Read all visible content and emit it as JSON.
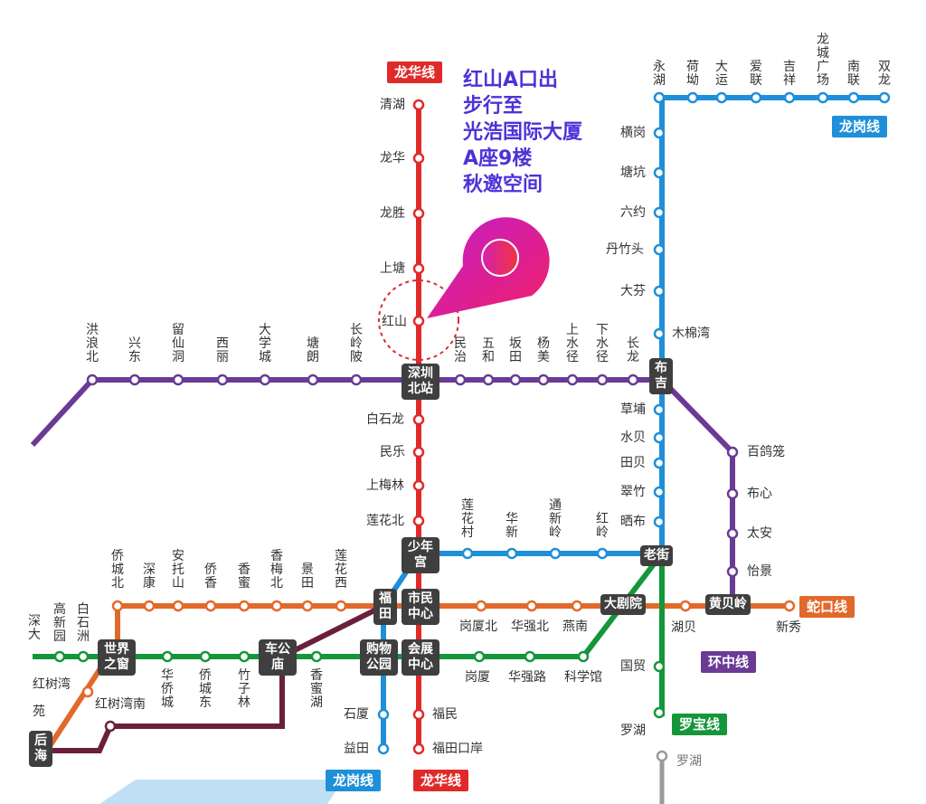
{
  "callout": {
    "line1": "红山A口出",
    "line2": "步行至",
    "line3": "光浩国际大厦",
    "line4": "A座9楼",
    "line5": "秋邀空间"
  },
  "line_tags": {
    "longhua_top": "龙华线",
    "longhua_bottom": "龙华线",
    "longgang_top": "龙岗线",
    "longgang_bottom": "龙岗线",
    "shekou": "蛇口线",
    "huanzhong": "环中线",
    "luobao": "罗宝线"
  },
  "colors": {
    "longhua": "#e02a2a",
    "longgang": "#1e8fd8",
    "huanzhong": "#6b3a95",
    "shekou": "#e2692a",
    "luobao": "#14963a",
    "longhua_ext": "#6b1f3d",
    "gray": "#9a9a9a",
    "interchange": "#3f3f3f",
    "callout_text": "#4b33d8"
  },
  "stations": {
    "qinghu": "清湖",
    "longhua": "龙华",
    "longsheng": "龙胜",
    "shangtang": "上塘",
    "hongshan": "红山",
    "baishilong": "白石龙",
    "minle": "民乐",
    "shangmeilin": "上梅林",
    "lianhuabei": "莲花北",
    "futian_st": "福田",
    "shimin": "市民中心",
    "huizhan": "会展中心",
    "fumin": "福民",
    "futiankouan": "福田口岸",
    "hongbei": "洪浪北",
    "xingdong": "兴东",
    "liuxiandong": "留仙洞",
    "xili": "西丽",
    "daxuecheng": "大学城",
    "tanglang": "塘朗",
    "changlingpi": "长岭陂",
    "shenzhenbei": "深圳北站",
    "minzhi": "民治",
    "wuhe": "五和",
    "bantian": "坂田",
    "yangmei": "杨美",
    "shangshuijing": "上水径",
    "xiashuijing": "下水径",
    "changlong": "长龙",
    "buji": "布吉",
    "yonghu": "永湖",
    "hekan": "荷坳",
    "dayun": "大运",
    "ailian": "爱联",
    "jixiang": "吉祥",
    "longchengguangchang": "龙城广场",
    "nanlian": "南联",
    "shuanglong": "双龙",
    "henggang": "横岗",
    "tangkeng": "塘坑",
    "liuyue": "六约",
    "danzhutou": "丹竹头",
    "dafen": "大芬",
    "mumianwan": "木棉湾",
    "caopu": "草埔",
    "shuibei": "水贝",
    "tianbei": "田贝",
    "cuizhu": "翠竹",
    "shaibu": "晒布",
    "laojie": "老街",
    "baigelong": "百鸽笼",
    "buxin": "布心",
    "taian": "太安",
    "yijing": "怡景",
    "huangbeiling": "黄贝岭",
    "xinxiu": "新秀",
    "hubei": "湖贝",
    "guomao": "国贸",
    "luohu": "罗湖",
    "luohu_gray": "罗湖",
    "shaoniangong": "少年宫",
    "lianhuacun": "莲花村",
    "huaxin": "华新",
    "tongxinling": "通新岭",
    "hongling": "红岭",
    "juyuan": "大剧院",
    "yanan": "燕南",
    "huaqiangbei": "华强北",
    "gangxiabei": "岗厦北",
    "gouwugongyuan": "购物公园",
    "gangxia": "岗厦",
    "huaqianglu": "华强路",
    "kexueguan": "科学馆",
    "shixia": "石厦",
    "yitian": "益田",
    "qiaochengbei": "侨城北",
    "shenkang": "深康",
    "anxuoshan": "安托山",
    "qiaoxiang": "侨香",
    "xiangmi": "香蜜",
    "xiangmeibei": "香梅北",
    "jingtian": "景田",
    "lianhuaxi": "莲花西",
    "chegongmiao": "车公庙",
    "xiangmihu": "香蜜湖",
    "zhuzilin": "竹子林",
    "qiaochengdong": "侨城东",
    "huaqiaocheng": "华侨城",
    "shijiezhichuang": "世界之窗",
    "hongshuwannan": "红树湾南",
    "hongshuwan": "红树湾",
    "baishizhou": "白石洲",
    "gaoxinyuan": "高新园",
    "shenda": "深大",
    "houhai": "后海",
    "yuan": "苑"
  }
}
